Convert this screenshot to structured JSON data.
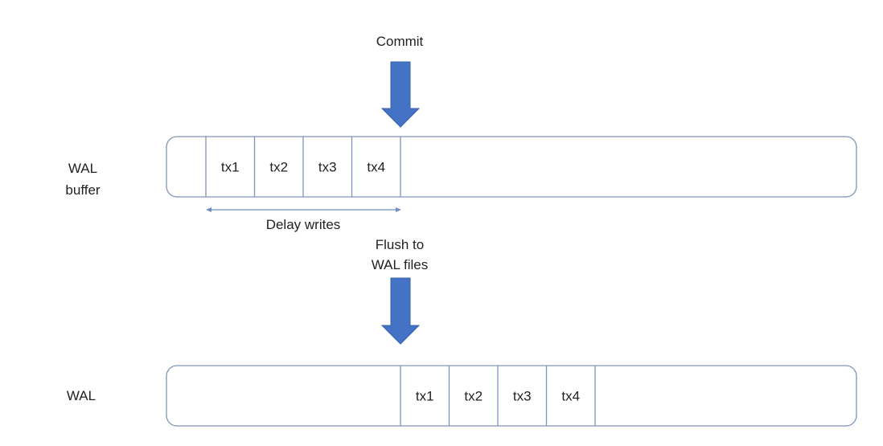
{
  "colors": {
    "arrow_fill": "#4472C4",
    "arrow_stroke": "#3A62A8",
    "box_stroke": "#7F93B8",
    "dimension_line": "#6E8DC4",
    "text": "#222222"
  },
  "labels": {
    "commit": "Commit",
    "wal_buffer_line1": "WAL",
    "wal_buffer_line2": "buffer",
    "delay_writes": "Delay writes",
    "flush_line1": "Flush to",
    "flush_line2": "WAL files",
    "wal": "WAL"
  },
  "wal_buffer": {
    "cells": [
      "tx1",
      "tx2",
      "tx3",
      "tx4"
    ]
  },
  "wal": {
    "cells": [
      "tx1",
      "tx2",
      "tx3",
      "tx4"
    ]
  }
}
